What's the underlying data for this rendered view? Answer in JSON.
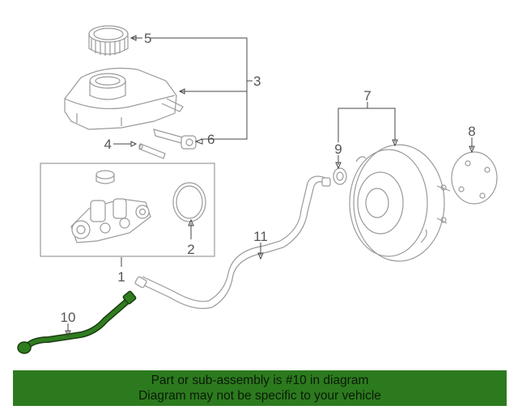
{
  "callouts": {
    "c1": "1",
    "c2": "2",
    "c3": "3",
    "c4": "4",
    "c5": "5",
    "c6": "6",
    "c7": "7",
    "c8": "8",
    "c9": "9",
    "c10": "10",
    "c11": "11"
  },
  "colors": {
    "highlight_part": "#2f7d1f",
    "banner_bg": "#2c7a1e",
    "part_outline": "#9a9a9a"
  },
  "banner": {
    "line1": "Part or sub-assembly is #10 in diagram",
    "line2": "Diagram may not be specific to your vehicle"
  }
}
